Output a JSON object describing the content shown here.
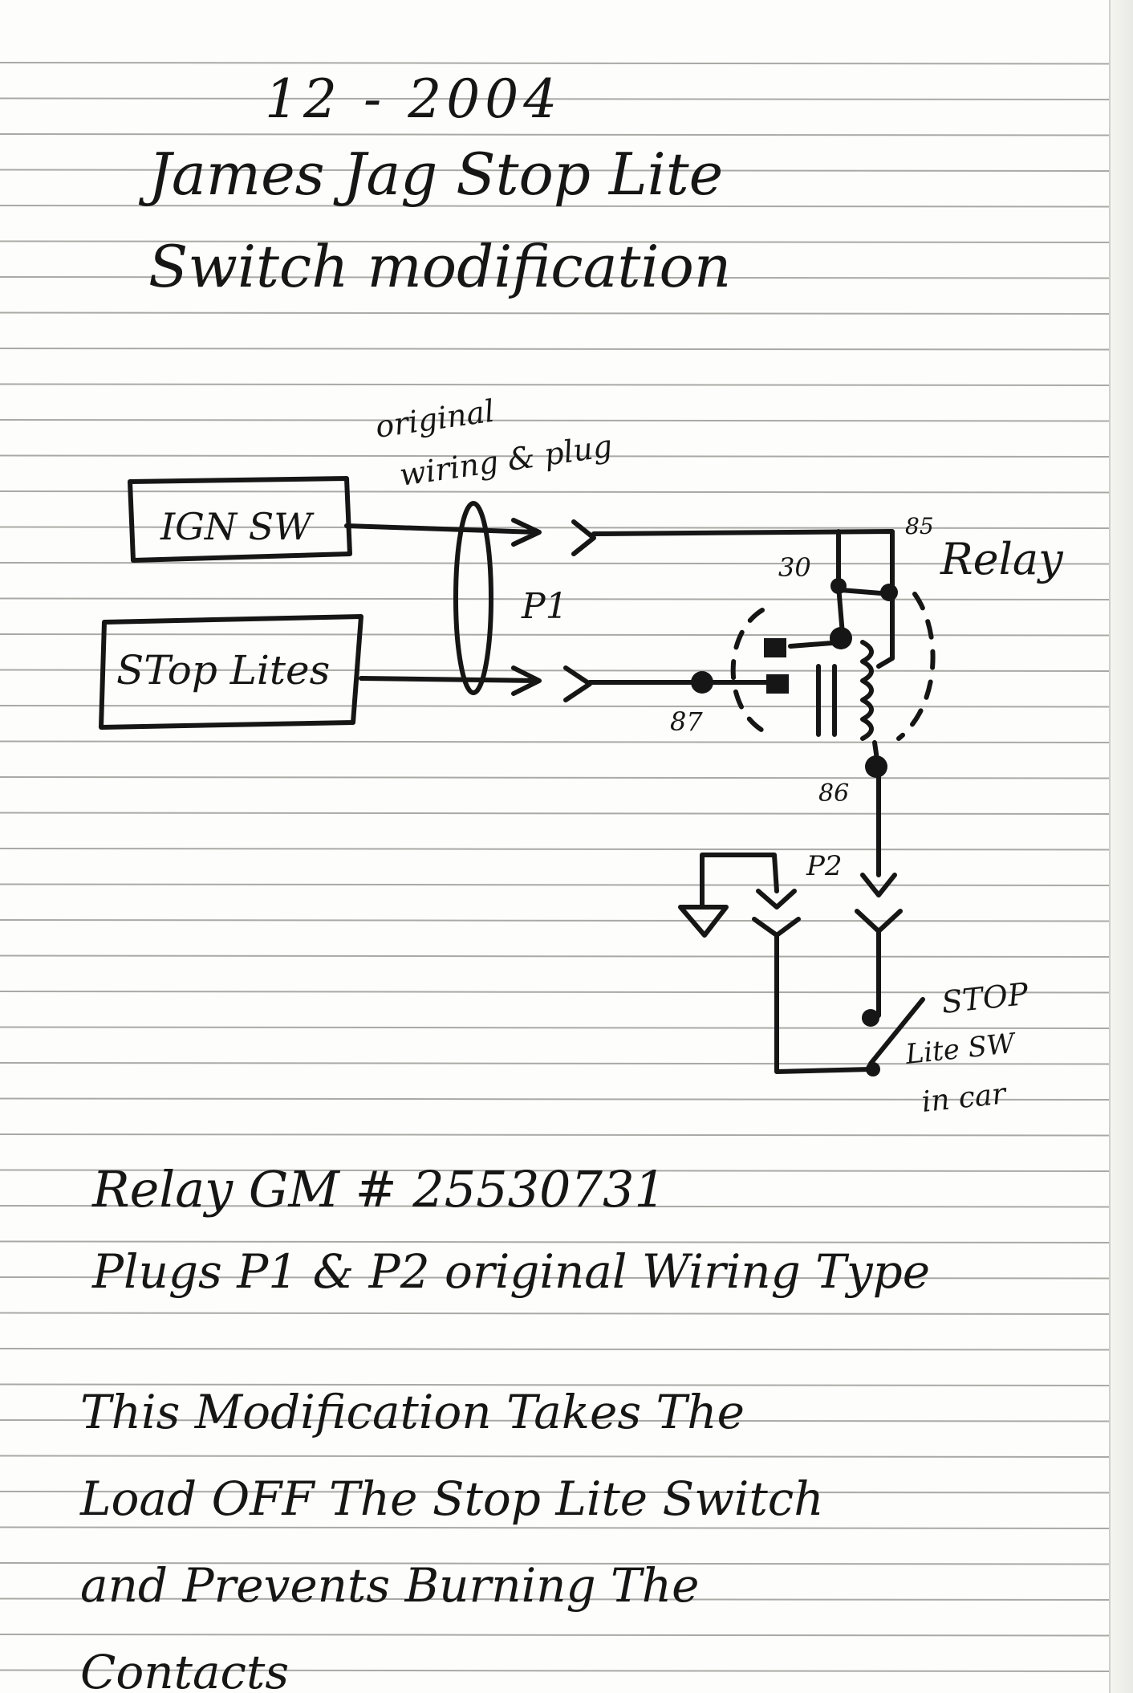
{
  "header": {
    "date": "12 - 2004",
    "title_line1": "James Jag Stop Lite",
    "title_line2": "Switch modification"
  },
  "diagram": {
    "annotation_wiring": [
      "original",
      "wiring & plug"
    ],
    "box_ign": "IGN SW",
    "box_stop": "STop Lites",
    "plug1": "P1",
    "plug2": "P2",
    "pin_30": "30",
    "pin_85": "85",
    "pin_87": "87",
    "pin_86": "86",
    "relay_label": "Relay",
    "switch_label": [
      "STOP",
      "Lite SW",
      "in car"
    ]
  },
  "notes": {
    "relay_part": "Relay    GM # 25530731",
    "plugs": "Plugs P1 & P2   original Wiring Type",
    "description": [
      "This Modification Takes The",
      "Load OFF The Stop Lite Switch",
      "and Prevents Burning The",
      "Contacts"
    ]
  }
}
